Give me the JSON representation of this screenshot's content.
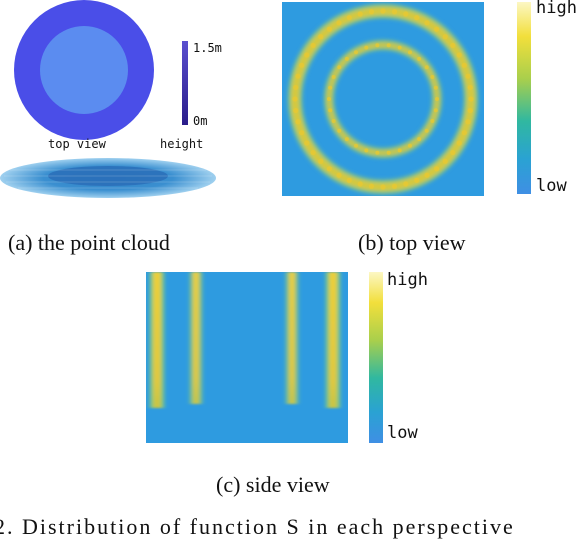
{
  "panels": {
    "a": {
      "caption": "(a) the point cloud",
      "top_view_label": "top view",
      "height_label": "height",
      "scale_max": "1.5m",
      "scale_min": "0m",
      "colors": {
        "outer": "#4a4ee8",
        "inner": "#5b8cf0",
        "bar_top": "#5a4fcf",
        "bar_bottom": "#2a1d8a",
        "side": "#3a8fd0"
      }
    },
    "b": {
      "caption": "(b) top view",
      "colorbar_high": "high",
      "colorbar_low": "low",
      "colors": {
        "background": "#2e9be0",
        "ring": "#d7c83a",
        "ring_glow": "#8ac880"
      }
    },
    "c": {
      "caption": "(c) side view",
      "colorbar_high": "high",
      "colorbar_low": "low",
      "colors": {
        "background": "#2e9be0",
        "stripe": "#e0c83a"
      }
    }
  },
  "footer_text": "2. Distribution of function S in each perspective"
}
